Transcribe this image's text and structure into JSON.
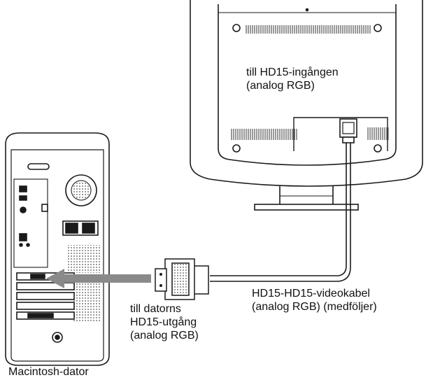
{
  "labels": {
    "monitor_input": [
      "till HD15-ingången",
      "(analog RGB)"
    ],
    "cable": [
      "HD15-HD15-videokabel",
      "(analog RGB) (medföljer)"
    ],
    "computer_output": [
      "till datorns",
      "HD15-utgång",
      "(analog RGB)"
    ],
    "computer": "Macintosh-dator"
  },
  "colors": {
    "line": "#1a1a1a",
    "arrow": "#8a8a8a",
    "dot_pattern": "#555555"
  }
}
